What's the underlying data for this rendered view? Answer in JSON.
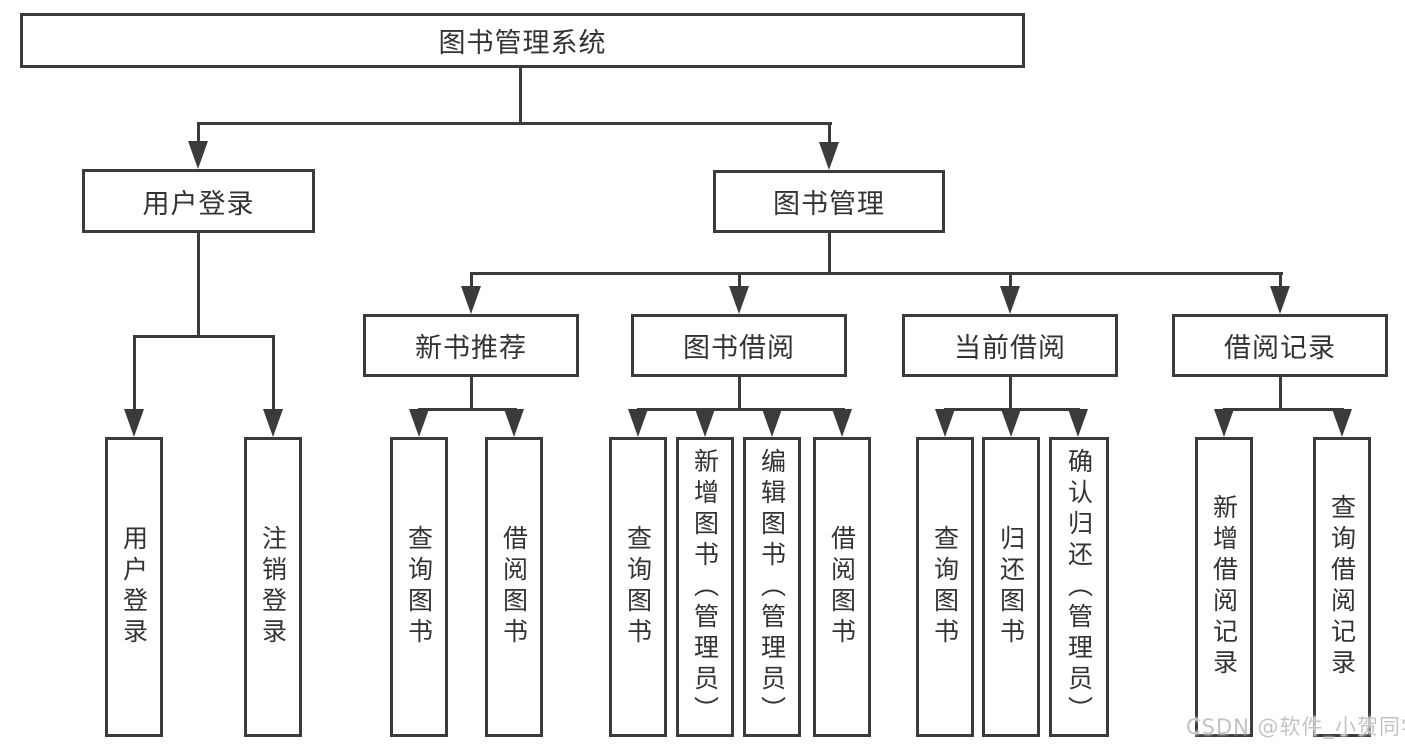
{
  "diagram": {
    "type": "tree",
    "root": {
      "label": "图书管理系统"
    },
    "level2": [
      {
        "label": "用户登录",
        "parent": "图书管理系统"
      },
      {
        "label": "图书管理",
        "parent": "图书管理系统"
      }
    ],
    "level3": [
      {
        "label": "新书推荐",
        "parent": "图书管理"
      },
      {
        "label": "图书借阅",
        "parent": "图书管理"
      },
      {
        "label": "当前借阅",
        "parent": "图书管理"
      },
      {
        "label": "借阅记录",
        "parent": "图书管理"
      }
    ],
    "leaves": [
      {
        "label": "用户登录",
        "parent": "用户登录"
      },
      {
        "label": "注销登录",
        "parent": "用户登录"
      },
      {
        "label": "查询图书",
        "parent": "新书推荐"
      },
      {
        "label": "借阅图书",
        "parent": "新书推荐"
      },
      {
        "label": "查询图书",
        "parent": "图书借阅"
      },
      {
        "label": "新增图书（管理员）",
        "parent": "图书借阅"
      },
      {
        "label": "编辑图书（管理员）",
        "parent": "图书借阅"
      },
      {
        "label": "借阅图书",
        "parent": "图书借阅"
      },
      {
        "label": "查询图书",
        "parent": "当前借阅"
      },
      {
        "label": "归还图书",
        "parent": "当前借阅"
      },
      {
        "label": "确认归还（管理员）",
        "parent": "当前借阅"
      },
      {
        "label": "新增借阅记录",
        "parent": "借阅记录"
      },
      {
        "label": "查询借阅记录",
        "parent": "借阅记录"
      }
    ],
    "colors": {
      "line": "#3b3b3b",
      "box_fill": "#ffffff",
      "text": "#333333",
      "watermark": "#c3c3c3"
    },
    "watermark": "CSDN @软件_小贺同学"
  }
}
